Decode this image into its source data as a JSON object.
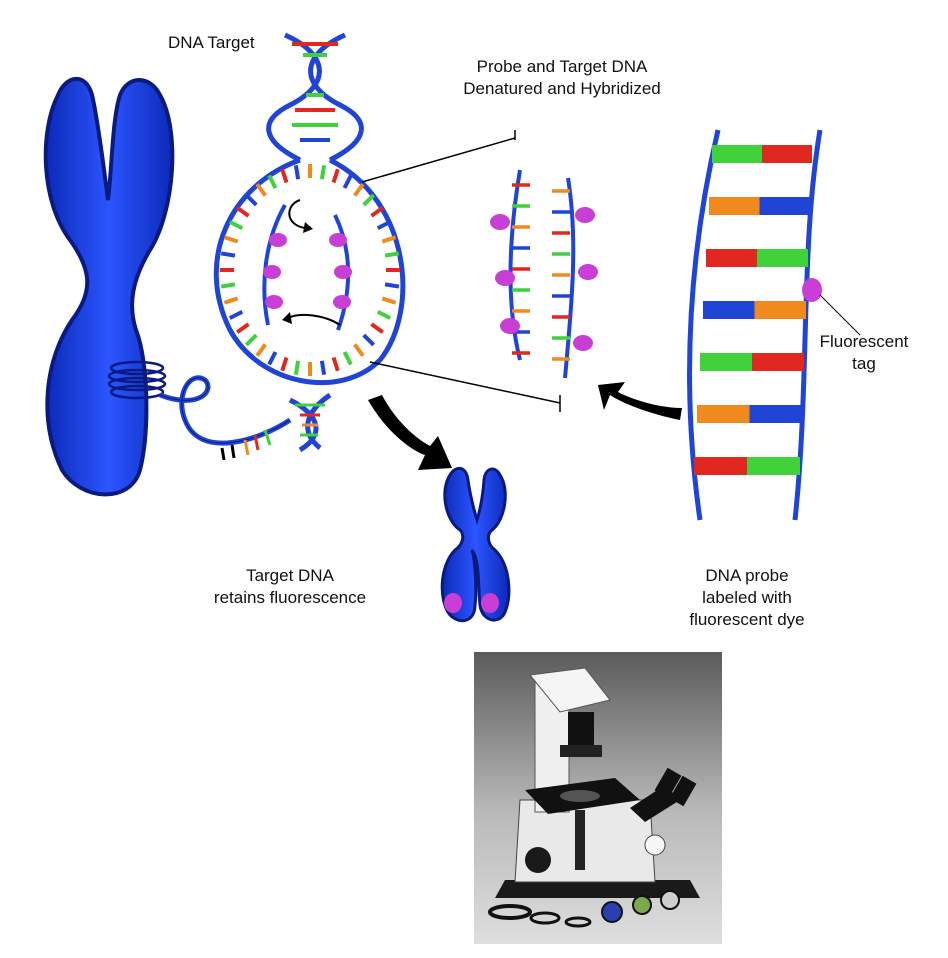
{
  "labels": {
    "dna_target": "DNA Target",
    "probe_target_line1": "Probe and Target DNA",
    "probe_target_line2": "Denatured and Hybridized",
    "fluorescent_tag_line1": "Fluorescent",
    "fluorescent_tag_line2": "tag",
    "target_retains_line1": "Target DNA",
    "target_retains_line2": "retains fluorescence",
    "probe_labeled_line1": "DNA probe",
    "probe_labeled_line2": "labeled with",
    "probe_labeled_line3": "fluorescent dye"
  },
  "colors": {
    "chromosome": "#1a3de0",
    "chromosome_outline": "#0a1a80",
    "backbone": "#1f44d6",
    "fluorescent_tag": "#c93fd6",
    "base_red": "#e0281e",
    "base_green": "#3fd23a",
    "base_orange": "#f08a1c",
    "base_blue": "#1f44d6",
    "arrow": "#000000",
    "photo_background": "#9a9a9a"
  },
  "icons": {
    "large_chromosome": "chromosome-icon",
    "small_chromosome": "chromosome-icon",
    "microscope": "inverted-microscope-icon"
  }
}
